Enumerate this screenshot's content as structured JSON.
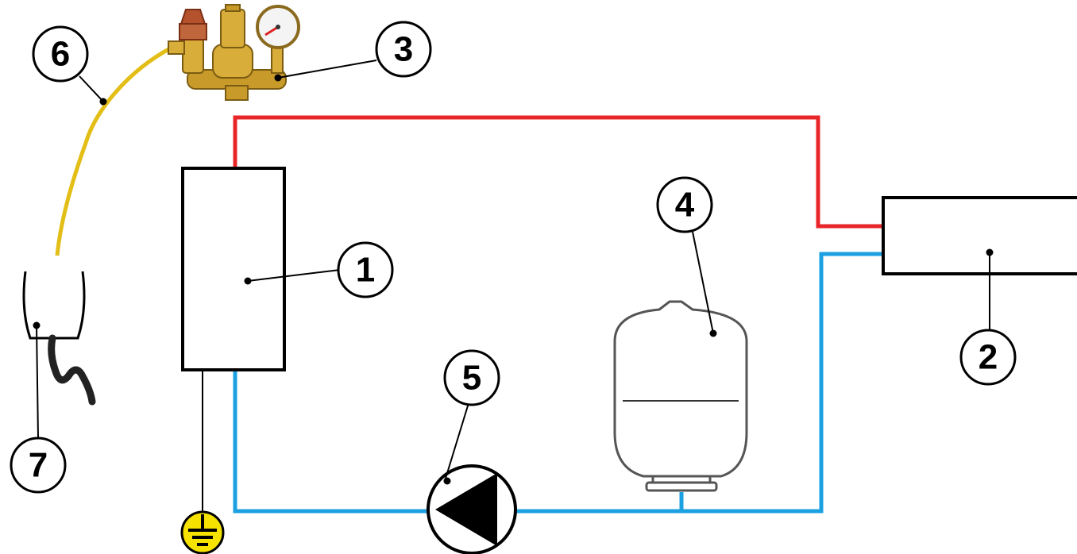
{
  "colors": {
    "supply_pipe": "#e8262a",
    "return_pipe": "#1ba0e2",
    "drain_hose": "#e3be17",
    "ground": "#f5e200",
    "line": "#000000"
  },
  "components": [
    {
      "key": "boiler",
      "label": "1"
    },
    {
      "key": "radiator",
      "label": "2"
    },
    {
      "key": "safety_group",
      "label": "3"
    },
    {
      "key": "expansion_tank",
      "label": "4"
    },
    {
      "key": "pump",
      "label": "5"
    },
    {
      "key": "drain_hose",
      "label": "6"
    },
    {
      "key": "drain_funnel",
      "label": "7"
    }
  ],
  "icons": {
    "ground": "ground-symbol-icon",
    "pump": "circulation-pump-icon",
    "safety_group": "safety-valve-group-icon",
    "tank": "expansion-tank-icon",
    "funnel": "drain-funnel-icon"
  }
}
